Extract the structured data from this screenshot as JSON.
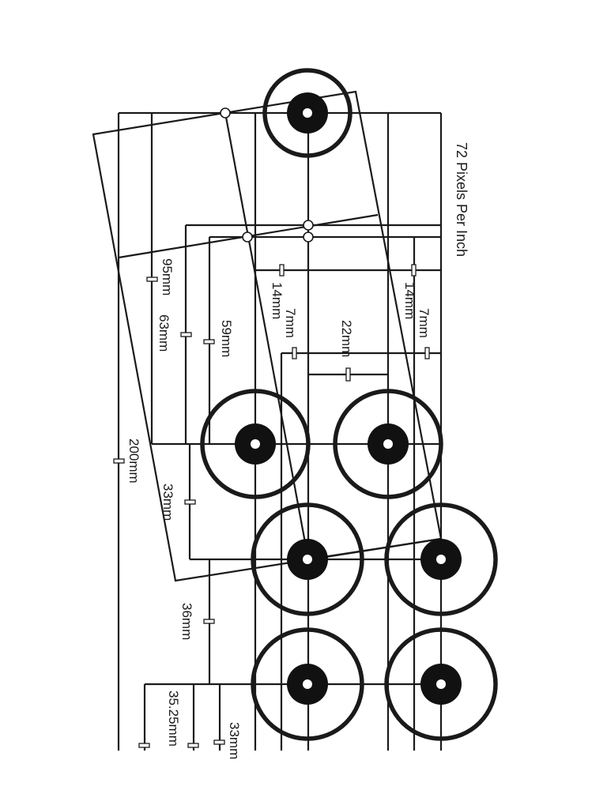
{
  "diagram": {
    "scale_note": "72 Pixels Per Inch",
    "dimensions": {
      "d95": "95mm",
      "d63": "63mm",
      "d59": "59mm",
      "d14a": "14mm",
      "d7a": "7mm",
      "d22": "22mm",
      "d14b": "14mm",
      "d7b": "7mm",
      "d200": "200mm",
      "d33a": "33mm",
      "d36": "36mm",
      "d35": "35.25mm",
      "d33b": "33mm"
    }
  }
}
